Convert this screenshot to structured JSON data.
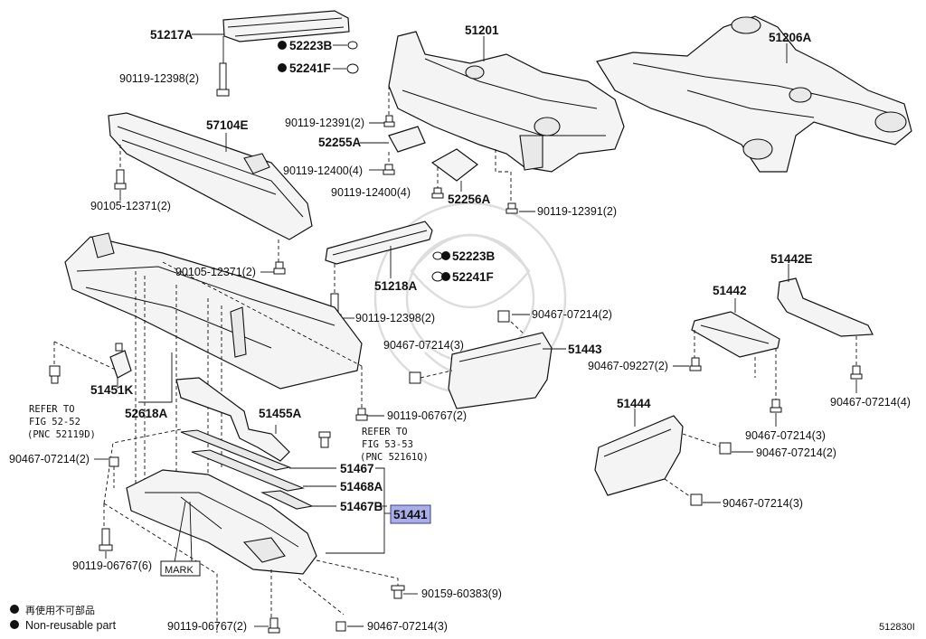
{
  "labels": {
    "p51217A": "51217A",
    "p52223B_top": "52223B",
    "p52241F_top": "52241F",
    "p90119_12398_top": "90119-12398(2)",
    "p51201": "51201",
    "p51206A": "51206A",
    "p57104E": "57104E",
    "p90119_12391_a": "90119-12391(2)",
    "p52255A": "52255A",
    "p90119_12400_a": "90119-12400(4)",
    "p90119_12400_b": "90119-12400(4)",
    "p52256A": "52256A",
    "p90119_12391_b": "90119-12391(2)",
    "p90105_12371_a": "90105-12371(2)",
    "p90105_12371_b": "90105-12371(2)",
    "p52223B_mid": "52223B",
    "p52241F_mid": "52241F",
    "p51218A": "51218A",
    "p90119_12398_mid": "90119-12398(2)",
    "p51442E": "51442E",
    "p51442": "51442",
    "p90467_07214_a": "90467-07214(2)",
    "p90467_07214_b": "90467-07214(3)",
    "p51443": "51443",
    "p90467_09227": "90467-09227(2)",
    "p90467_07214_c": "90467-07214(4)",
    "p51451K": "51451K",
    "p52618A": "52618A",
    "p51455A": "51455A",
    "p90119_06767_a": "90119-06767(2)",
    "p51444": "51444",
    "p90467_07214_d": "90467-07214(3)",
    "p90467_07214_e": "90467-07214(2)",
    "p90467_07214_f": "90467-07214(2)",
    "p51467": "51467",
    "p51468A": "51468A",
    "p51467B": "51467B",
    "p51441": "51441",
    "p90467_07214_g": "90467-07214(3)",
    "p90119_06767_b": "90119-06767(6)",
    "p90159_60383": "90159-60383(9)",
    "p90119_06767_c": "90119-06767(2)",
    "p90467_07214_h": "90467-07214(3)",
    "mark": "MARK"
  },
  "refs": {
    "left": [
      "REFER TO",
      "FIG 52-52",
      "(PNC 52119D)"
    ],
    "right": [
      "REFER TO",
      "FIG 53-53",
      "(PNC 52161Q)"
    ]
  },
  "legend": {
    "jp": "再使用不可部品",
    "en": "Non-reusable part"
  },
  "figure_id": "512830I",
  "highlight_color": "#a9aee8"
}
